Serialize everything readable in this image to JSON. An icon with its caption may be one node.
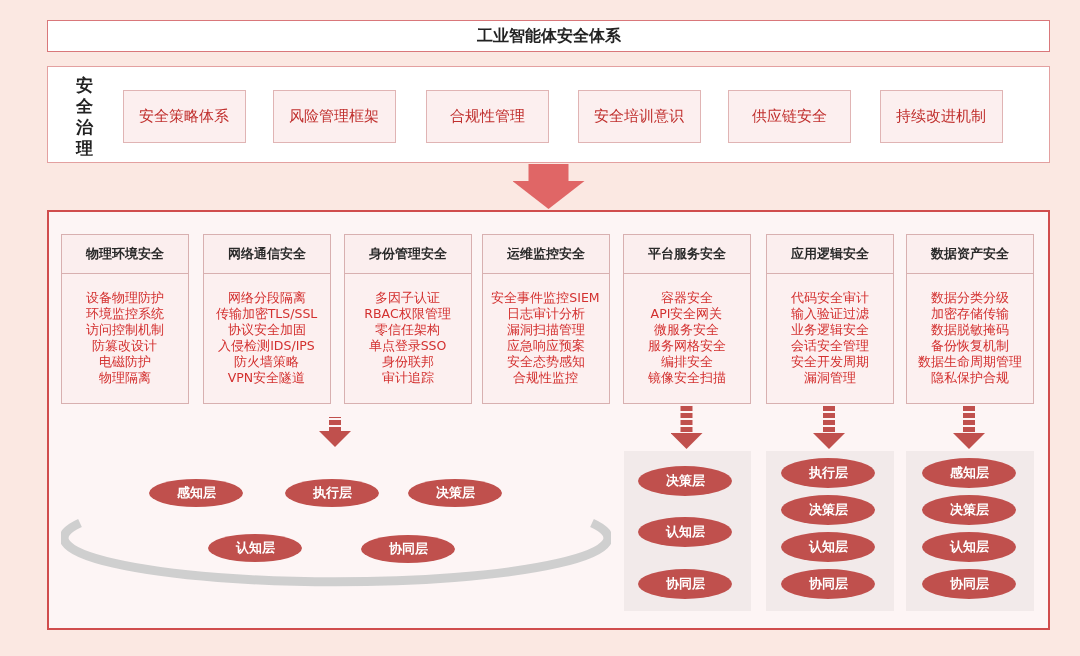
{
  "diagram": {
    "nodes": [
      {
        "text": [
          "工业智能体安全体系"
        ]
      },
      {
        "text": [
          "安全治理"
        ]
      },
      {
        "text": [
          "安全策略体系"
        ],
        "in": 1
      },
      {
        "text": [
          "风险管理框架"
        ],
        "in": 1
      },
      {
        "text": [
          "合规性管理"
        ],
        "in": 1
      },
      {
        "text": [
          "安全培训意识"
        ],
        "in": 1
      },
      {
        "text": [
          "供应链安全"
        ],
        "in": 1
      },
      {
        "text": [
          "持续改进机制"
        ],
        "in": 1
      },
      {
        "text": [],
        "shape": "box"
      },
      {
        "text": [
          "物理环境安全",
          "设备物理防护",
          "环境监控系统",
          "访问控制机制",
          "防篡改设计",
          "电磁防护",
          "物理隔离"
        ],
        "in": 8
      },
      {
        "text": [
          "网络通信安全",
          "网络分段隔离",
          "传输加密TLS/SSL",
          "协议安全加固",
          "入侵检测IDS/IPS",
          "防火墙策略",
          "VPN安全隧道"
        ],
        "in": 8
      },
      {
        "text": [
          "身份管理安全",
          "多因子认证",
          "RBAC权限管理",
          "零信任架构",
          "单点登录SSO",
          "身份联邦",
          "审计追踪"
        ],
        "in": 8
      },
      {
        "text": [
          "运维监控安全",
          "安全事件监控SIEM",
          "日志审计分析",
          "漏洞扫描管理",
          "应急响应预案",
          "安全态势感知",
          "合规性监控"
        ],
        "in": 8
      },
      {
        "text": [
          "平台服务安全",
          "容器安全",
          "API安全网关",
          "微服务安全",
          "服务网格安全",
          "编排安全",
          "镜像安全扫描"
        ],
        "in": 8
      },
      {
        "text": [
          "应用逻辑安全",
          "代码安全审计",
          "输入验证过滤",
          "业务逻辑安全",
          "会话安全管理",
          "安全开发周期",
          "漏洞管理"
        ],
        "in": 8
      },
      {
        "text": [
          "数据资产安全",
          "数据分类分级",
          "加密存储传输",
          "数据脱敏掩码",
          "备份恢复机制",
          "数据生命周期管理",
          "隐私保护合规"
        ],
        "in": 8
      },
      {
        "text": [],
        "shape": "ring",
        "in": 8
      },
      {
        "text": [
          "感知层"
        ],
        "in": 16
      },
      {
        "text": [
          "执行层"
        ],
        "in": 16
      },
      {
        "text": [
          "决策层"
        ],
        "in": 16
      },
      {
        "text": [
          "认知层"
        ],
        "in": 16
      },
      {
        "text": [
          "协同层"
        ],
        "in": 16
      },
      {
        "text": [],
        "shape": "box",
        "in": 8
      },
      {
        "text": [
          "决策层"
        ],
        "in": 22
      },
      {
        "text": [
          "认知层"
        ],
        "in": 22
      },
      {
        "text": [
          "协同层"
        ],
        "in": 22
      },
      {
        "text": [],
        "shape": "box",
        "in": 8
      },
      {
        "text": [
          "执行层"
        ],
        "in": 26
      },
      {
        "text": [
          "决策层"
        ],
        "in": 26
      },
      {
        "text": [
          "认知层"
        ],
        "in": 26
      },
      {
        "text": [
          "协同层"
        ],
        "in": 26
      },
      {
        "text": [],
        "shape": "box",
        "in": 8
      },
      {
        "text": [
          "感知层"
        ],
        "in": 31
      },
      {
        "text": [
          "决策层"
        ],
        "in": 31
      },
      {
        "text": [
          "认知层"
        ],
        "in": 31
      },
      {
        "text": [
          "协同层"
        ],
        "in": 31
      }
    ],
    "edges": [
      {
        "from": 1,
        "to": 8,
        "arrow": "to",
        "color": "#e06666"
      },
      {
        "from": null,
        "to": 16,
        "arrow": "to"
      },
      {
        "from": 13,
        "to": 22,
        "arrow": "to"
      },
      {
        "from": 14,
        "to": 26,
        "arrow": "to"
      },
      {
        "from": 15,
        "to": 31,
        "arrow": "to"
      }
    ]
  }
}
